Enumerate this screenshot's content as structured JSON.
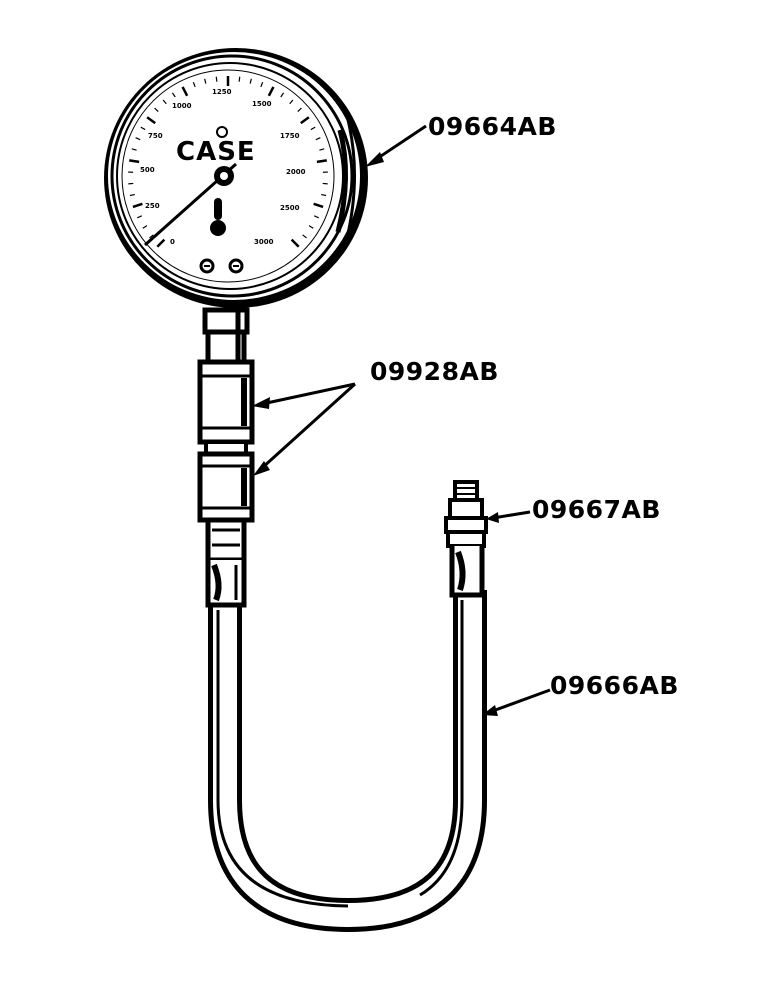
{
  "brand": "CASE",
  "dial_marks": [
    "0",
    "250",
    "500",
    "750",
    "1000",
    "1250",
    "1500",
    "1750",
    "2000",
    "2500",
    "3000"
  ],
  "callouts": [
    {
      "id": "gauge",
      "part_number": "09664AB"
    },
    {
      "id": "adapters",
      "part_number": "09928AB"
    },
    {
      "id": "fitting",
      "part_number": "09667AB"
    },
    {
      "id": "hose",
      "part_number": "09666AB"
    }
  ],
  "colors": {
    "ink": "#000000",
    "paper": "#ffffff"
  }
}
